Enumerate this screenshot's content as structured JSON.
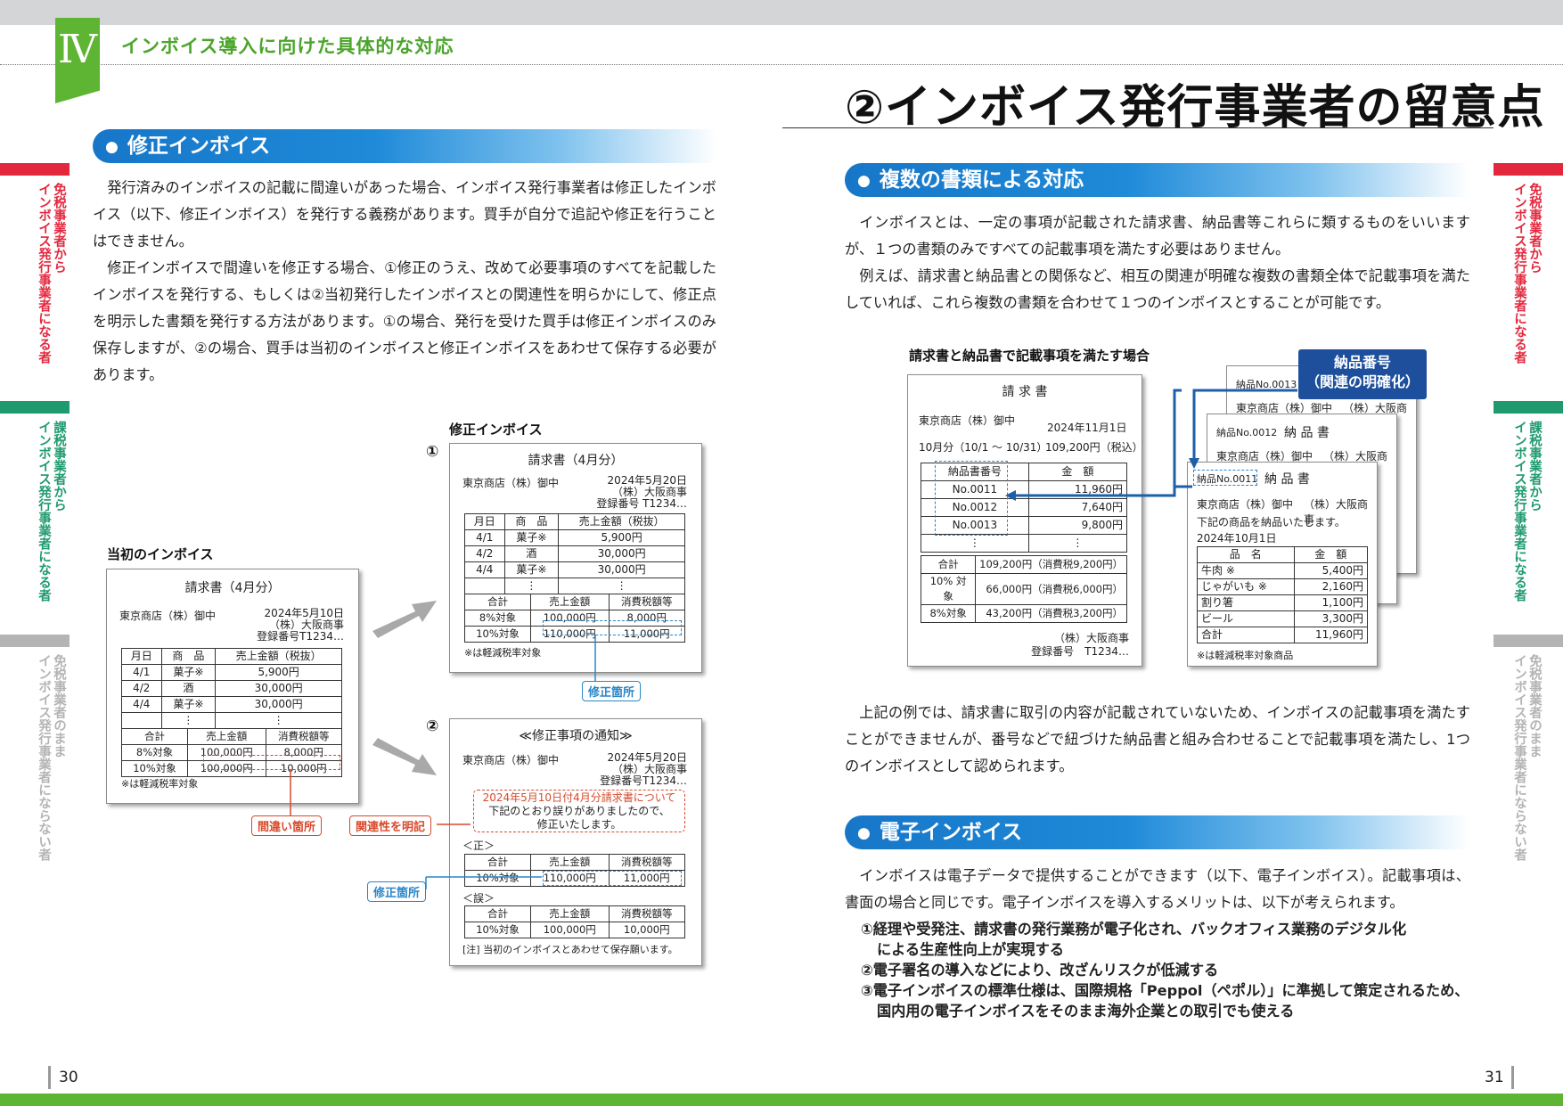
{
  "header": {
    "chapter_numeral": "Ⅳ",
    "chapter_title": "インボイス導入に向けた具体的な対応"
  },
  "right_page": {
    "title": "②インボイス発行事業者の留意点",
    "section1": {
      "heading": "複数の書類による対応",
      "paragraphs": [
        "インボイスとは、一定の事項が記載された請求書、納品書等これらに類するものをいいますが、１つの書類のみですべての記載事項を満たす必要はありません。",
        "例えば、請求書と納品書との関係など、相互の関連が明確な複数の書類全体で記載事項を満たしていれば、これら複数の書類を合わせて１つのインボイスとすることが可能です。"
      ],
      "figure": {
        "caption": "請求書と納品書で記載事項を満たす場合",
        "callout": "納品番号\n（関連の明確化）",
        "invoice": {
          "title": "請 求 書",
          "to": "東京商店（株）御中",
          "date": "2024年11月1日",
          "period": "10月分（10/1 ～ 10/31）",
          "total_incl": "109,200円（税込）",
          "headers": [
            "納品書番号",
            "金　額"
          ],
          "rows": [
            [
              "No.0011",
              "11,960円"
            ],
            [
              "No.0012",
              "7,640円"
            ],
            [
              "No.0013",
              "9,800円"
            ],
            [
              "⋮",
              "⋮"
            ]
          ],
          "summary": [
            [
              "合計",
              "109,200円（消費税9,200円）"
            ],
            [
              "10% 対象",
              "66,000円（消費税6,000円）"
            ],
            [
              "8%対象",
              "43,200円（消費税3,200円）"
            ]
          ],
          "issuer": "（株）大阪商事",
          "reg": "登録番号　T1234…"
        },
        "delivery3": {
          "no": "納品No.0013",
          "to": "東京商店（株）御中",
          "from": "（株）大阪商事"
        },
        "delivery2": {
          "no": "納品No.0012",
          "title": "納 品 書",
          "to": "東京商店（株）御中",
          "from": "（株）大阪商事"
        },
        "delivery1": {
          "no": "納品No.0011",
          "title": "納 品 書",
          "to": "東京商店（株）御中",
          "from": "（株）大阪商事",
          "text": "下記の商品を納品いたします。",
          "date": "2024年10月1日",
          "headers": [
            "品　名",
            "金　額"
          ],
          "rows": [
            [
              "牛肉 ※",
              "5,400円"
            ],
            [
              "じゃがいも ※",
              "2,160円"
            ],
            [
              "割り箸",
              "1,100円"
            ],
            [
              "ビール",
              "3,300円"
            ],
            [
              "合計",
              "11,960円"
            ]
          ],
          "note": "※は軽減税率対象商品"
        }
      },
      "after": "上記の例では、請求書に取引の内容が記載されていないため、インボイスの記載事項を満たすことができませんが、番号などで紐づけた納品書と組み合わせることで記載事項を満たし、1つのインボイスとして認められます。"
    },
    "section2": {
      "heading": "電子インボイス",
      "paragraph": "インボイスは電子データで提供することができます（以下、電子インボイス）。記載事項は、書面の場合と同じです。電子インボイスを導入するメリットは、以下が考えられます。",
      "items": [
        [
          "①経理や受発注、請求書の発行業務が電子化され、バックオフィス業務のデジタル化",
          "による生産性向上が実現する"
        ],
        [
          "②電子署名の導入などにより、改ざんリスクが低減する"
        ],
        [
          "③電子インボイスの標準仕様は、国際規格「Peppol（ペポル）」に準拠して策定されるため、",
          "国内用の電子インボイスをそのまま海外企業との取引でも使える"
        ]
      ]
    },
    "page_number": "31"
  },
  "left_page": {
    "section": {
      "heading": "修正インボイス",
      "paragraphs": [
        "発行済みのインボイスの記載に間違いがあった場合、インボイス発行事業者は修正したインボイス（以下、修正インボイス）を発行する義務があります。買手が自分で追記や修正を行うことはできません。",
        "修正インボイスで間違いを修正する場合、①修正のうえ、改めて必要事項のすべてを記載したインボイスを発行する、もしくは②当初発行したインボイスとの関連性を明らかにして、修正点を明示した書類を発行する方法があります。①の場合、発行を受けた買手は修正インボイスのみ保存しますが、②の場合、買手は当初のインボイスと修正インボイスをあわせて保存する必要があります。"
      ]
    },
    "figure": {
      "original_label": "当初のインボイス",
      "corrected_label": "修正インボイス",
      "marker1": "①",
      "marker2": "②",
      "original": {
        "title": "請求書（4月分）",
        "to": "東京商店（株）御中",
        "date": "2024年5月10日",
        "from": "（株）大阪商事",
        "reg": "登録番号T1234…",
        "headers": [
          "月日",
          "商　品",
          "売上金額（税抜）"
        ],
        "rows": [
          [
            "4/1",
            "菓子※",
            "5,900円"
          ],
          [
            "4/2",
            "酒",
            "30,000円"
          ],
          [
            "4/4",
            "菓子※",
            "30,000円"
          ],
          [
            "",
            "⋮",
            "⋮"
          ]
        ],
        "sum_headers": [
          "合計",
          "売上金額",
          "消費税額等"
        ],
        "sum_rows": [
          [
            "8%対象",
            "100,000円",
            "8,000円"
          ],
          [
            "10%対象",
            "100,000円",
            "10,000円"
          ]
        ],
        "note": "※は軽減税率対象"
      },
      "revised1": {
        "title": "請求書（4月分）",
        "to": "東京商店（株）御中",
        "date": "2024年5月20日",
        "from": "（株）大阪商事",
        "reg": "登録番号 T1234…",
        "headers": [
          "月日",
          "商　品",
          "売上金額（税抜）"
        ],
        "rows": [
          [
            "4/1",
            "菓子※",
            "5,900円"
          ],
          [
            "4/2",
            "酒",
            "30,000円"
          ],
          [
            "4/4",
            "菓子※",
            "30,000円"
          ],
          [
            "",
            "⋮",
            "⋮"
          ]
        ],
        "sum_headers": [
          "合計",
          "売上金額",
          "消費税額等"
        ],
        "sum_rows": [
          [
            "8%対象",
            "100,000円",
            "8,000円"
          ],
          [
            "10%対象",
            "110,000円",
            "11,000円"
          ]
        ],
        "note": "※は軽減税率対象"
      },
      "revised2": {
        "title": "≪修正事項の通知≫",
        "to": "東京商店（株）御中",
        "date": "2024年5月20日",
        "from": "（株）大阪商事",
        "reg": "登録番号T1234…",
        "ref_line1": "2024年5月10日付4月分請求書について",
        "ref_line2": "下記のとおり誤りがありましたので、",
        "ref_line3": "修正いたします。",
        "correct_label": "＜正＞",
        "wrong_label": "＜誤＞",
        "sum_headers": [
          "合計",
          "売上金額",
          "消費税額等"
        ],
        "correct_row": [
          "10%対象",
          "110,000円",
          "11,000円"
        ],
        "wrong_row": [
          "10%対象",
          "100,000円",
          "10,000円"
        ],
        "note": "[注] 当初のインボイスとあわせて保存願います。"
      },
      "callout_mistake": "間違い箇所",
      "callout_relation": "関連性を明記",
      "callout_fix1": "修正箇所",
      "callout_fix2": "修正箇所"
    },
    "page_number": "30"
  },
  "side_tabs": [
    {
      "line1": "免税事業者から",
      "line2": "インボイス発行事業者になる者",
      "color": "#e3283e"
    },
    {
      "line1": "課税事業者から",
      "line2": "インボイス発行事業者になる者",
      "color": "#1f9a6e"
    },
    {
      "line1": "免税事業者のまま",
      "line2": "インボイス発行事業者にならない者",
      "color": "#b4b4b4"
    }
  ]
}
